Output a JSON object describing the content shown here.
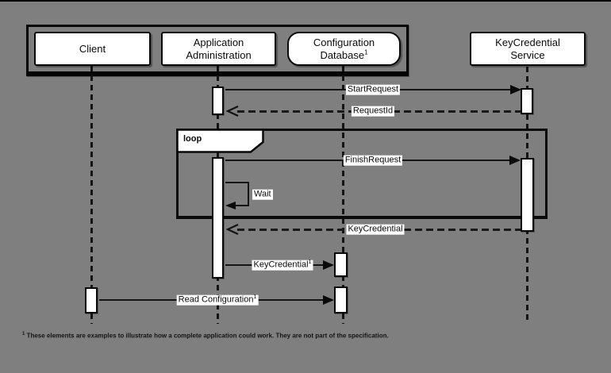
{
  "diagram": {
    "type": "uml-sequence-diagram",
    "colors": {
      "background": "#7f7f7f",
      "shape_fill": "#ffffff",
      "stroke": "#0a0a0a"
    },
    "participants": [
      {
        "id": "client",
        "line1": "Client",
        "line2": "",
        "sup": ""
      },
      {
        "id": "application-administration",
        "line1": "Application",
        "line2": "Administration",
        "sup": ""
      },
      {
        "id": "configuration-database",
        "line1": "Configuration",
        "line2": "Database",
        "sup": "1"
      },
      {
        "id": "keycredential-service",
        "line1": "KeyCredential",
        "line2": "Service",
        "sup": ""
      }
    ],
    "fragment": {
      "operator": "loop"
    },
    "messages": [
      {
        "label": "StartRequest",
        "from": "application-administration",
        "to": "keycredential-service",
        "kind": "sync"
      },
      {
        "label": "RequestId",
        "from": "keycredential-service",
        "to": "application-administration",
        "kind": "return"
      },
      {
        "label": "FinishRequest",
        "from": "application-administration",
        "to": "keycredential-service",
        "kind": "sync"
      },
      {
        "label": "Wait",
        "from": "application-administration",
        "to": "application-administration",
        "kind": "self"
      },
      {
        "label": "KeyCredential",
        "from": "keycredential-service",
        "to": "application-administration",
        "kind": "return"
      },
      {
        "label": "KeyCredential",
        "sup": "1",
        "from": "application-administration",
        "to": "configuration-database",
        "kind": "sync"
      },
      {
        "label": "Read Configuration",
        "sup": "1",
        "from": "client",
        "to": "configuration-database",
        "kind": "sync"
      }
    ],
    "footnote": {
      "sup": "1",
      "text": " These elements are examples to illustrate how a complete application could work. They are not part of the specification."
    }
  }
}
